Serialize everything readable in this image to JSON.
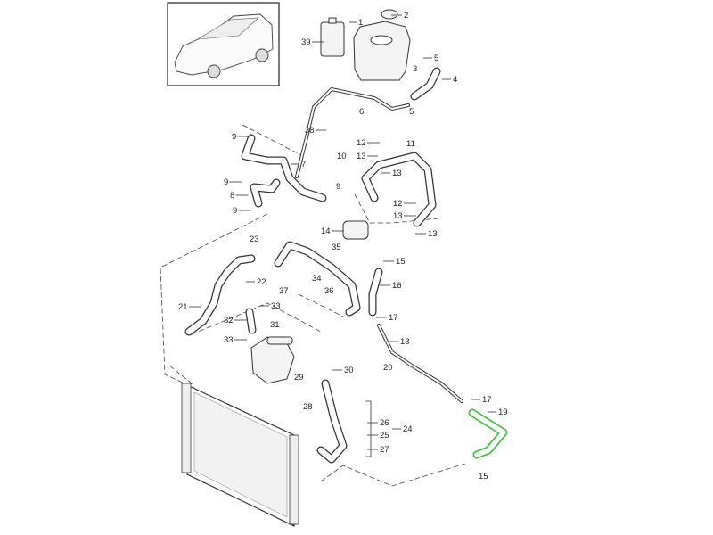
{
  "diagram": {
    "title": "Cooling system parts diagram",
    "highlight_color": "#3cc43c",
    "highlighted_part": "19",
    "callouts": [
      "1",
      "2",
      "39",
      "5",
      "3",
      "4",
      "5",
      "6",
      "38",
      "9",
      "7",
      "10",
      "12",
      "11",
      "13",
      "13",
      "9",
      "8",
      "9",
      "9",
      "12",
      "13",
      "13",
      "14",
      "35",
      "23",
      "15",
      "22",
      "34",
      "37",
      "36",
      "16",
      "21",
      "33",
      "32",
      "17",
      "31",
      "18",
      "33",
      "20",
      "30",
      "29",
      "28",
      "17",
      "19",
      "26",
      "24",
      "25",
      "27",
      "15"
    ]
  }
}
